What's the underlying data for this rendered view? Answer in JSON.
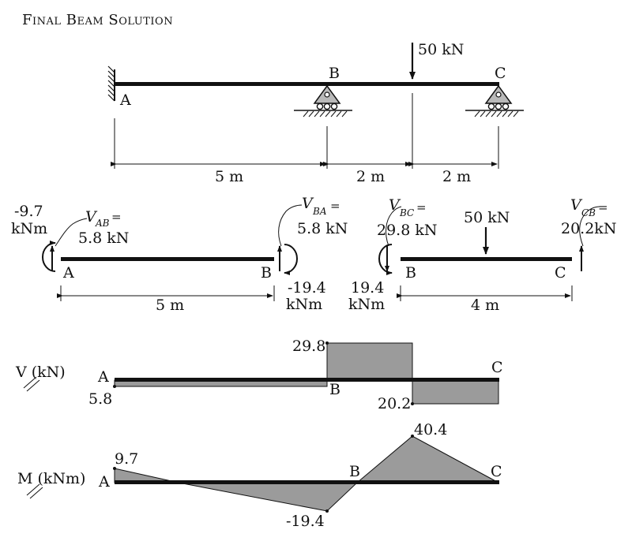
{
  "title": "Final Beam Solution",
  "beam": {
    "pointA": "A",
    "pointB": "B",
    "pointC": "C",
    "load": "50 kN",
    "dims": [
      "5 m",
      "2 m",
      "2 m"
    ]
  },
  "fbd": {
    "left": {
      "momentA_value": "-9.7",
      "momentA_unit": "kNm",
      "shear_symbol": "V",
      "shear_sub": "AB",
      "shear_eq": "=",
      "shear_value": "5.8 kN",
      "shearB_symbol": "V",
      "shearB_sub": "BA",
      "shearB_eq": "=",
      "shearB_value": "5.8 kN",
      "momentB_value": "-19.4",
      "momentB_unit": "kNm",
      "labelA": "A",
      "labelB": "B",
      "span": "5 m"
    },
    "right": {
      "shearB_symbol": "V",
      "shearB_sub": "BC",
      "shearB_eq": "=",
      "shearB_value": "29.8 kN",
      "momentB_value": "19.4",
      "momentB_unit": "kNm",
      "load": "50 kN",
      "shearC_symbol": "V",
      "shearC_sub": "CB",
      "shearC_eq": "=",
      "shearC_value": "20.2kN",
      "labelB": "B",
      "labelC": "C",
      "span": "4 m"
    }
  },
  "shear_diagram": {
    "axis_label": "V (kN)",
    "labelA": "A",
    "labelB": "B",
    "labelC": "C",
    "values": [
      "5.8",
      "29.8",
      "20.2"
    ]
  },
  "moment_diagram": {
    "axis_label": "M (kNm)",
    "labelA": "A",
    "labelB": "B",
    "labelC": "C",
    "values": [
      "9.7",
      "-19.4",
      "40.4"
    ]
  },
  "colors": {
    "fill": "#9b9b9b",
    "ink": "#111111"
  }
}
